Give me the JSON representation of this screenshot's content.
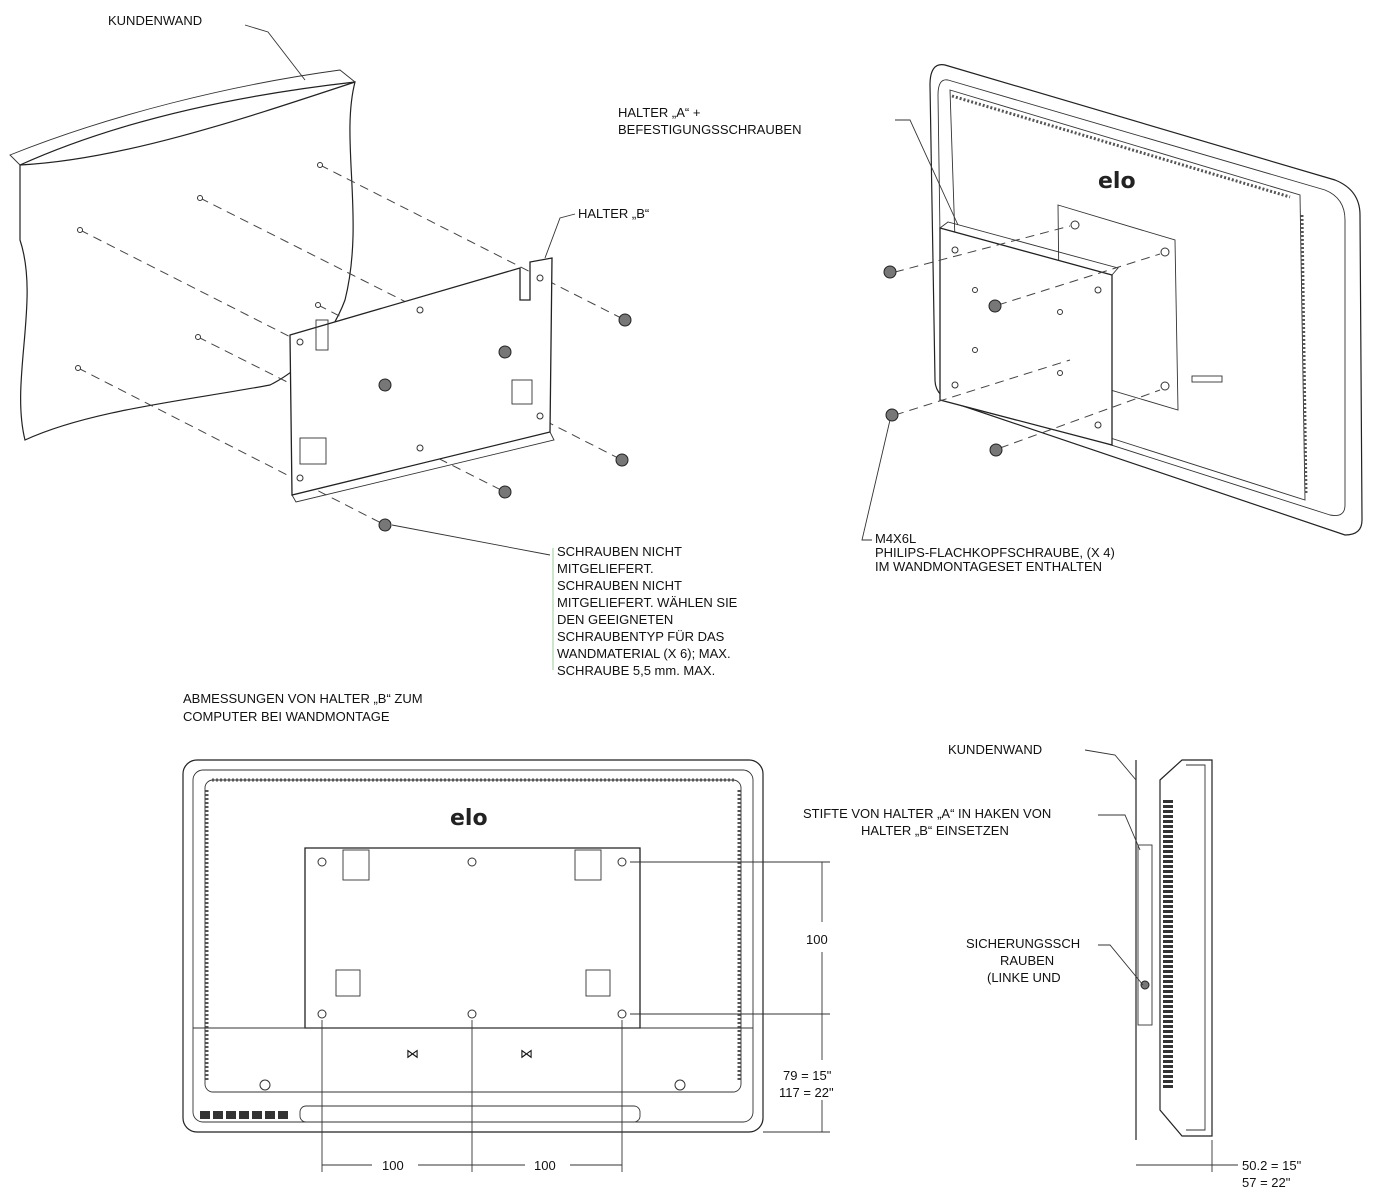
{
  "labels": {
    "customer_wall_top": "KUNDENWAND",
    "bracket_b": "HALTER „B“",
    "bracket_a_line1": "HALTER „A“ +",
    "bracket_a_line2": "BEFESTIGUNGSSCHRAUBEN",
    "screws_note_lines": [
      "SCHRAUBEN NICHT",
      "MITGELIEFERT.",
      "SCHRAUBEN NICHT",
      "MITGELIEFERT. WÄHLEN SIE",
      "DEN GEEIGNETEN",
      "SCHRAUBENTYP FÜR DAS",
      "WANDMATERIAL  (X  6);    MAX.",
      "SCHRAUBE    5,5 mm. MAX."
    ],
    "m4_line1": "M4X6L",
    "m4_line2": "PHILIPS-FLACHKOPFSCHRAUBE, (X 4)",
    "m4_line3": "IM WANDMONTAGESET ENTHALTEN",
    "dimensions_title_line1": "ABMESSUNGEN VON HALTER „B“ ZUM",
    "dimensions_title_line2": "COMPUTER BEI WANDMONTAGE",
    "customer_wall_side": "KUNDENWAND",
    "pins_line1": "STIFTE VON HALTER „A“ IN HAKEN VON",
    "pins_line2": "HALTER „B“ EINSETZEN",
    "safety_line1": "SICHERUNGSSCH",
    "safety_line2": "RAUBEN",
    "safety_line3": "(LINKE UND",
    "logo": "elo"
  },
  "dimensions": {
    "vertical_100": "100",
    "horizontal_100_left": "100",
    "horizontal_100_right": "100",
    "bottom_offset_line1": "79 = 15\"",
    "bottom_offset_line2": "117 = 22\"",
    "depth_line1": "50.2 = 15\"",
    "depth_line2": "57 = 22\""
  }
}
